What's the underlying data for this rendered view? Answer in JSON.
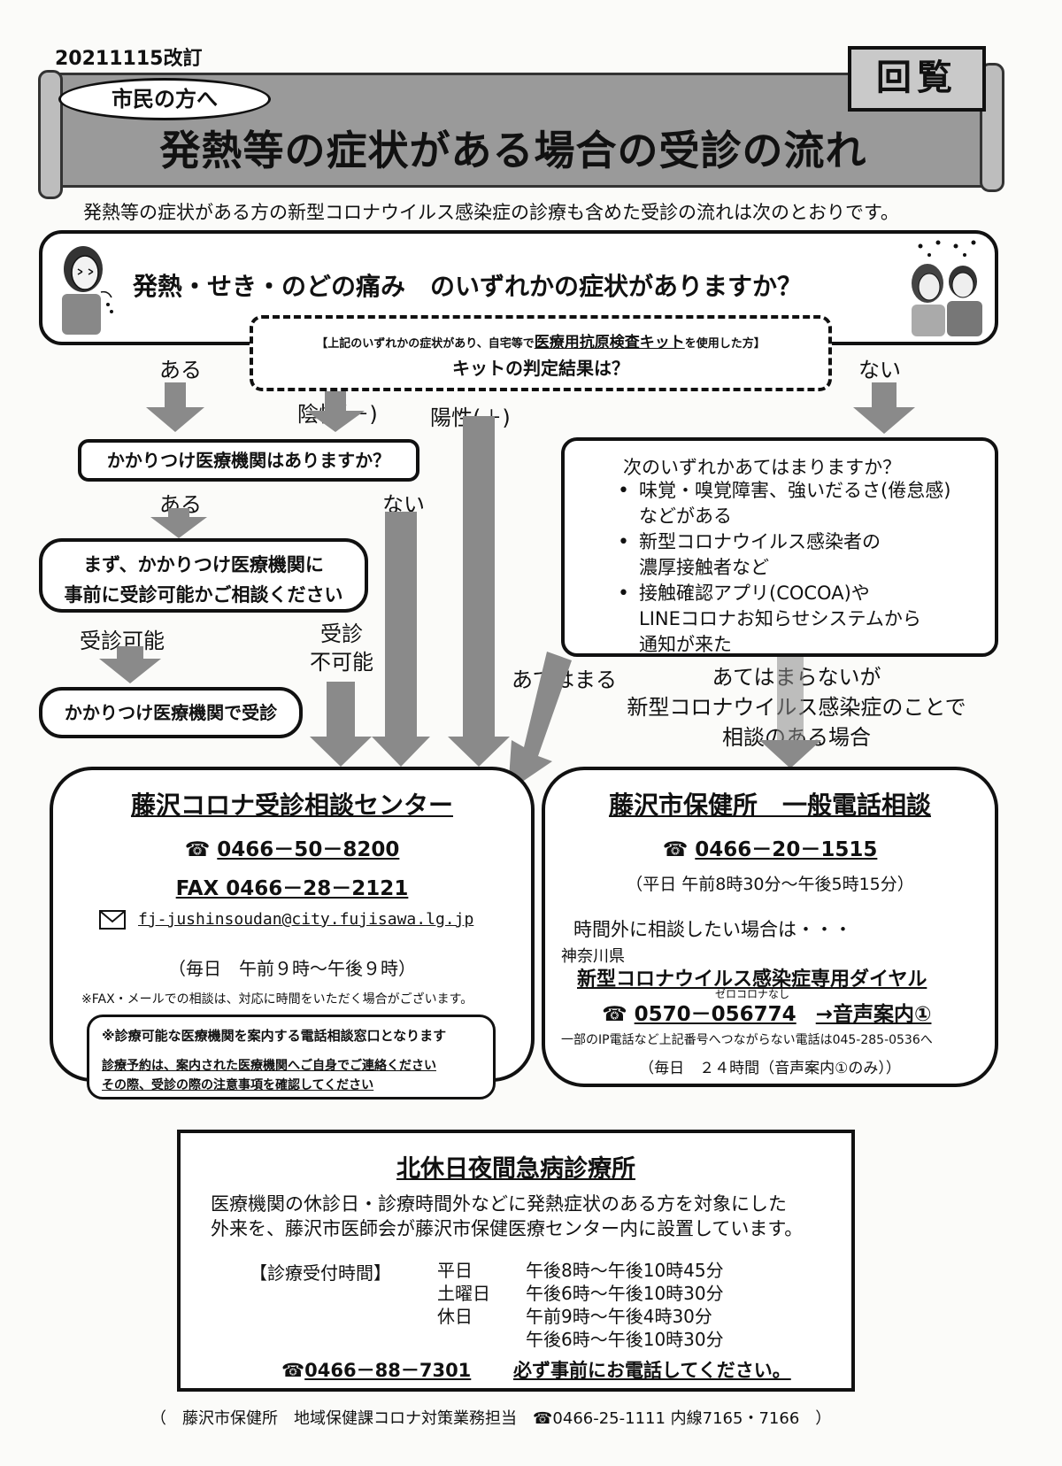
{
  "revision": "20211115改訂",
  "circulation": "回覧",
  "banner": {
    "audience": "市民の方へ",
    "title": "発熱等の症状がある場合の受診の流れ"
  },
  "intro": "発熱等の症状がある方の新型コロナウイルス感染症の診療も含めた受診の流れは次のとおりです。",
  "question1": "発熱・せき・のどの痛み　のいずれかの症状がありますか？",
  "kit": {
    "condition_pre": "【上記のいずれかの症状があり、自宅等で",
    "condition_link": "医療用抗原検査キット",
    "condition_post": "を使用した方】",
    "question": "キットの判定結果は？"
  },
  "labels": {
    "yes": "ある",
    "no": "ない",
    "negative": "陰性(－)",
    "positive": "陽性(＋)",
    "yes2": "ある",
    "no2": "ない",
    "possible": "受診可能",
    "not_possible_1": "受診",
    "not_possible_2": "不可能",
    "applies": "あてはまる",
    "not_applies_1": "あてはまらないが",
    "not_applies_2": "新型コロナウイルス感染症のことで",
    "not_applies_3": "相談のある場合"
  },
  "family_doctor_question": "かかりつけ医療機関はありますか？",
  "consult_first": {
    "line1": "まず、かかりつけ医療機関に",
    "line2": "事前に受診可能かご相談ください"
  },
  "visit_family_doctor": "かかりつけ医療機関で受診",
  "checklist": {
    "title": "次のいずれかあてはまりますか？",
    "items": [
      [
        "味覚・嗅覚障害、強いだるさ(倦怠感)",
        "などがある"
      ],
      [
        "新型コロナウイルス感染者の",
        "濃厚接触者など"
      ],
      [
        "接触確認アプリ(COCOA)や",
        "LINEコロナお知らせシステムから",
        "通知が来た"
      ]
    ]
  },
  "center": {
    "title": "藤沢コロナ受診相談センター",
    "tel": "0466－50－8200",
    "fax": "FAX 0466－28－2121",
    "email": "fj-jushinsoudan@city.fujisawa.lg.jp",
    "hours": "（毎日　午前９時～午後９時）",
    "note": "※FAX・メールでの相談は、対応に時間をいただく場合がございます。",
    "notice1": "※診療可能な医療機関を案内する電話相談窓口となります",
    "notice2": "診療予約は、案内された医療機関へご自身でご連絡ください",
    "notice3": "その際、受診の際の注意事項を確認してください"
  },
  "health_center": {
    "title": "藤沢市保健所　一般電話相談",
    "tel": "0466－20－1515",
    "hours": "（平日 午前8時30分～午後5時15分）",
    "after_hours": "時間外に相談したい場合は・・・",
    "pref": "神奈川県",
    "dial_name": "新型コロナウイルス感染症専用ダイヤル",
    "ruby": "ゼロコロナなし",
    "dial_tel": "0570－056774",
    "dial_guide": "→音声案内①",
    "ip_note": "一部のIP電話など上記番号へつながらない電話は045-285-0536へ",
    "dial_hours": "（毎日　２４時間（音声案内①のみ））"
  },
  "night_clinic": {
    "title": "北休日夜間急病診療所",
    "desc1": "医療機関の休診日・診療時間外などに発熱症状のある方を対象にした",
    "desc2": "外来を、藤沢市医師会が藤沢市保健医療センター内に設置しています。",
    "reception_label": "【診療受付時間】",
    "rows": [
      {
        "day": "平日",
        "time": "午後8時～午後10時45分"
      },
      {
        "day": "土曜日",
        "time": "午後6時～午後10時30分"
      },
      {
        "day": "休日",
        "time": "午前9時～午後4時30分"
      },
      {
        "day": "",
        "time": "午後6時～午後10時30分"
      }
    ],
    "tel": "0466－88－7301",
    "call_ahead": "必ず事前にお電話してください。"
  },
  "footer": "（　藤沢市保健所　地域保健課コロナ対策業務担当　☎0466-25-1111 内線7165・7166　）",
  "icons": [
    "phone-icon",
    "mail-icon",
    "sick-person-icon",
    "family-icon"
  ]
}
